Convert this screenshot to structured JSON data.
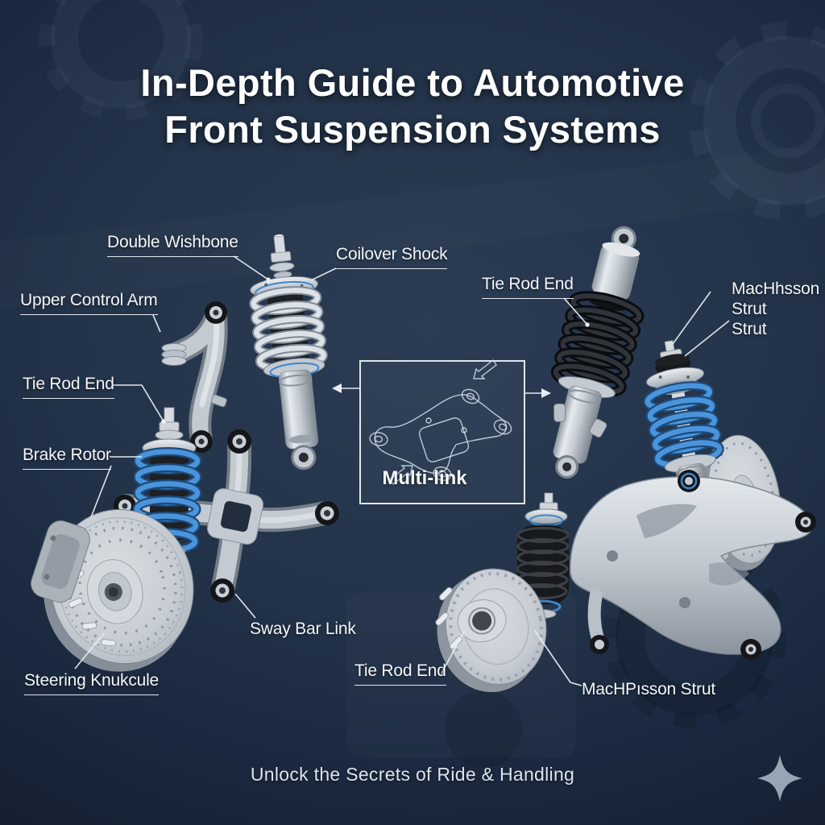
{
  "poster": {
    "title_line1": "In-Depth Guide to Automotive",
    "title_line2": "Front Suspension Systems",
    "tagline": "Unlock the Secrets of Ride & Handling"
  },
  "labels": {
    "double_wishbone": "Double Wishbone",
    "coilover_shock": "Coilover Shock",
    "tie_rod_end_right": "Tie Rod End",
    "macpherson_right_line1": "MacHhsson",
    "macpherson_right_line2": "Strut",
    "macpherson_right_line3": "Strut",
    "upper_control_arm": "Upper Control Arm",
    "tie_rod_end_left": "Tie Rod End",
    "brake_rotor": "Brake Rotor",
    "multi_link": "Multi-link",
    "sway_bar_link": "Sway Bar Link",
    "steering_knuckle": "Steering Knukcule",
    "tie_rod_end_bottom": "Tie Rod End",
    "macpherson_bottom": "MacHPısson Strut"
  },
  "icons": {
    "sparkle": "four-point-sparkle",
    "background_gears": "gear-silhouettes"
  },
  "colors": {
    "background": "#22324a",
    "metal_silver": "#c9d0d8",
    "spring_blue": "#4a94dc",
    "spring_black": "#17181c",
    "accent_blue_ring": "#3e86cb",
    "text": "#f4f7fa",
    "leader_line": "#e9eef3",
    "sparkle": "#98a5b4"
  }
}
